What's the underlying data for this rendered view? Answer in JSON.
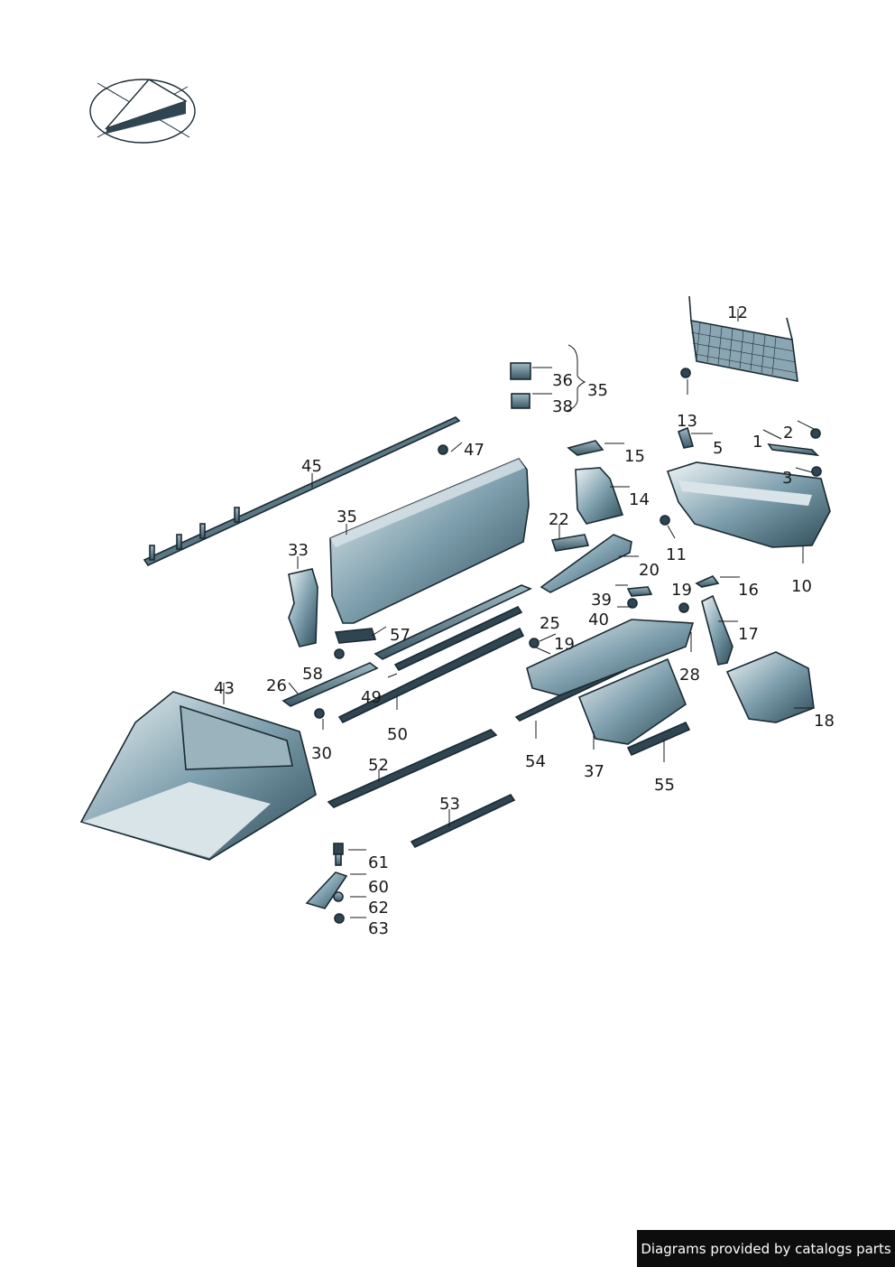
{
  "credit": "Diagrams provided by catalogs parts",
  "callouts": [
    {
      "id": "12",
      "label": "12"
    },
    {
      "id": "36",
      "label": "36"
    },
    {
      "id": "35a",
      "label": "35"
    },
    {
      "id": "38",
      "label": "38"
    },
    {
      "id": "13",
      "label": "13"
    },
    {
      "id": "5",
      "label": "5"
    },
    {
      "id": "2",
      "label": "2"
    },
    {
      "id": "1",
      "label": "1"
    },
    {
      "id": "3",
      "label": "3"
    },
    {
      "id": "47",
      "label": "47"
    },
    {
      "id": "15",
      "label": "15"
    },
    {
      "id": "45",
      "label": "45"
    },
    {
      "id": "14",
      "label": "14"
    },
    {
      "id": "35b",
      "label": "35"
    },
    {
      "id": "22",
      "label": "22"
    },
    {
      "id": "11",
      "label": "11"
    },
    {
      "id": "33",
      "label": "33"
    },
    {
      "id": "20",
      "label": "20"
    },
    {
      "id": "10",
      "label": "10"
    },
    {
      "id": "39",
      "label": "39"
    },
    {
      "id": "19a",
      "label": "19"
    },
    {
      "id": "16",
      "label": "16"
    },
    {
      "id": "40",
      "label": "40"
    },
    {
      "id": "57",
      "label": "57"
    },
    {
      "id": "25",
      "label": "25"
    },
    {
      "id": "19b",
      "label": "19"
    },
    {
      "id": "17",
      "label": "17"
    },
    {
      "id": "58",
      "label": "58"
    },
    {
      "id": "28",
      "label": "28"
    },
    {
      "id": "26",
      "label": "26"
    },
    {
      "id": "43",
      "label": "43"
    },
    {
      "id": "49",
      "label": "49"
    },
    {
      "id": "18",
      "label": "18"
    },
    {
      "id": "50",
      "label": "50"
    },
    {
      "id": "30",
      "label": "30"
    },
    {
      "id": "54",
      "label": "54"
    },
    {
      "id": "52",
      "label": "52"
    },
    {
      "id": "37",
      "label": "37"
    },
    {
      "id": "55",
      "label": "55"
    },
    {
      "id": "53",
      "label": "53"
    },
    {
      "id": "61",
      "label": "61"
    },
    {
      "id": "60",
      "label": "60"
    },
    {
      "id": "62",
      "label": "62"
    },
    {
      "id": "63",
      "label": "63"
    }
  ]
}
